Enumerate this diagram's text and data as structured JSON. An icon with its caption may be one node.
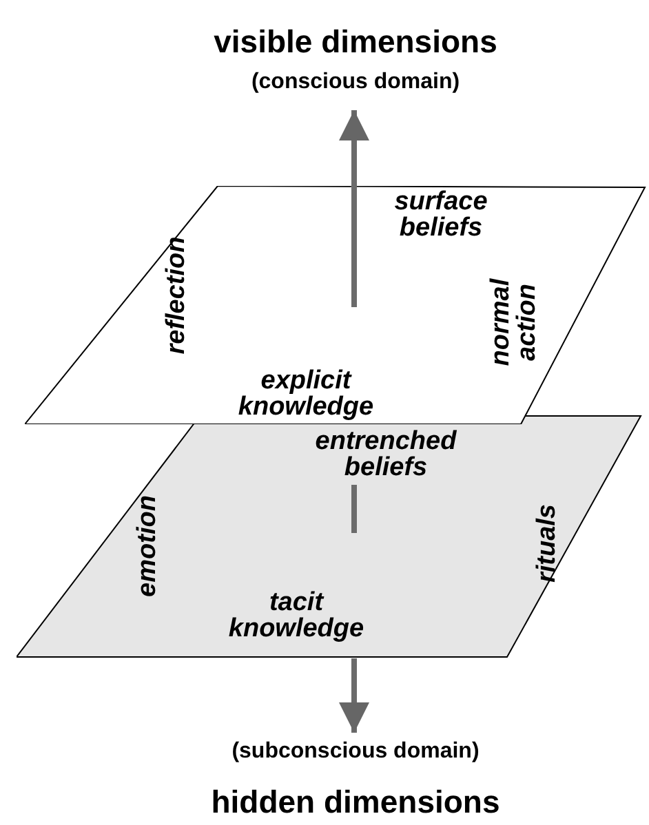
{
  "diagram": {
    "nodes": [
      {
        "text": [
          "visible dimensions",
          "(conscious domain)"
        ]
      },
      {
        "text": [
          "surface beliefs",
          "reflection",
          "normal action",
          "explicit knowledge"
        ]
      },
      {
        "text": [
          "entrenched beliefs",
          "emotion",
          "rituals",
          "tacit knowledge"
        ]
      },
      {
        "text": [
          "(subconscious domain)",
          "hidden dimensions"
        ]
      }
    ],
    "edges": [
      {
        "from": 1,
        "to": 0,
        "arrow": "to"
      },
      {
        "from": 2,
        "to": 3,
        "arrow": "to"
      }
    ]
  }
}
